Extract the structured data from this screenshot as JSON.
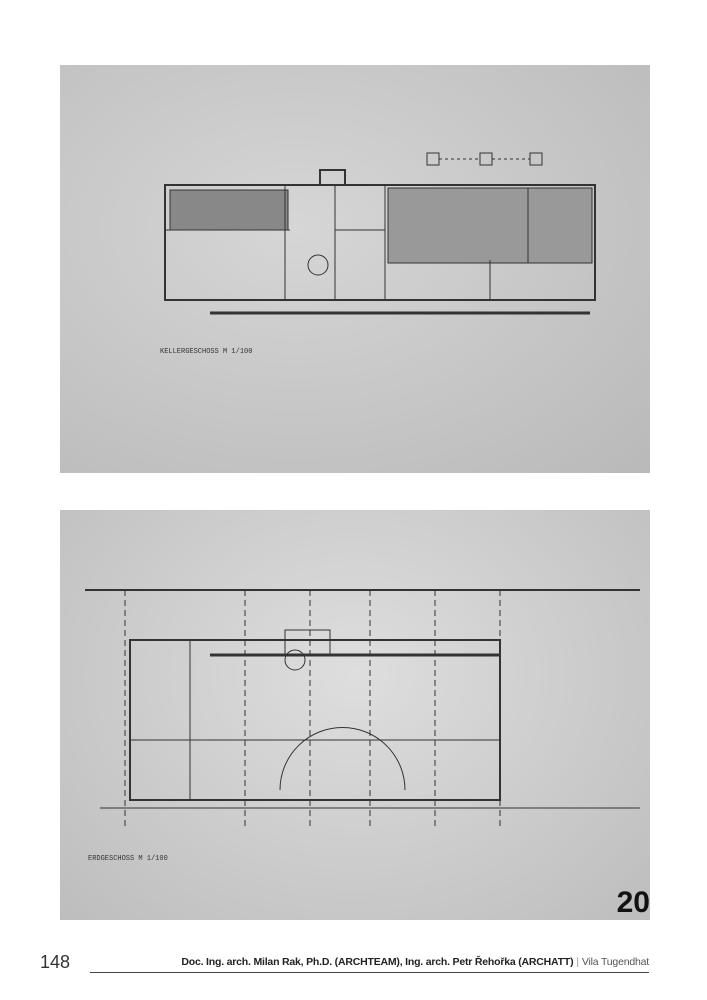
{
  "figures": [
    {
      "kind": "scanned-floor-plan",
      "label": "KELLERGESCHOSS M 1/100"
    },
    {
      "kind": "scanned-floor-plan",
      "label": "ERDGESCHOSS M 1/100",
      "sheet_number": "20"
    }
  ],
  "footer": {
    "page_number": "148",
    "authors": "Doc. Ing. arch. Milan Rak, Ph.D. (ARCHTEAM), Ing. arch. Petr Řehořka (ARCHATT)",
    "separator": "|",
    "publication": "Vila Tugendhat"
  }
}
